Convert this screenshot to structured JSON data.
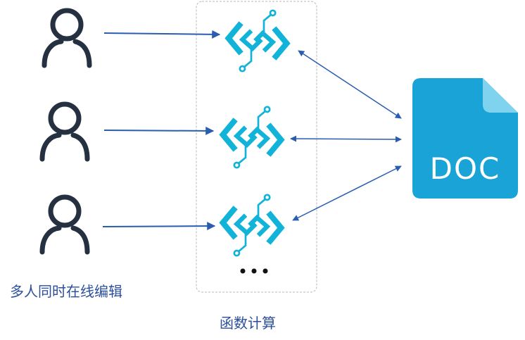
{
  "labels": {
    "users": "多人同时在线编辑",
    "functions": "函数计算",
    "doc": "DOC",
    "more": "• • •"
  },
  "icons": {
    "user": "user-outline-icon",
    "function": "function-compute-icon",
    "document": "doc-file-icon"
  },
  "colors": {
    "user_stroke": "#253040",
    "function_cyan": "#12b3d9",
    "arrow_blue": "#2a5db0",
    "doc_blue": "#19a3d6",
    "doc_fold": "#7fd3ee",
    "label_blue": "#2b4f9c",
    "container_border": "#b8b8b8"
  }
}
